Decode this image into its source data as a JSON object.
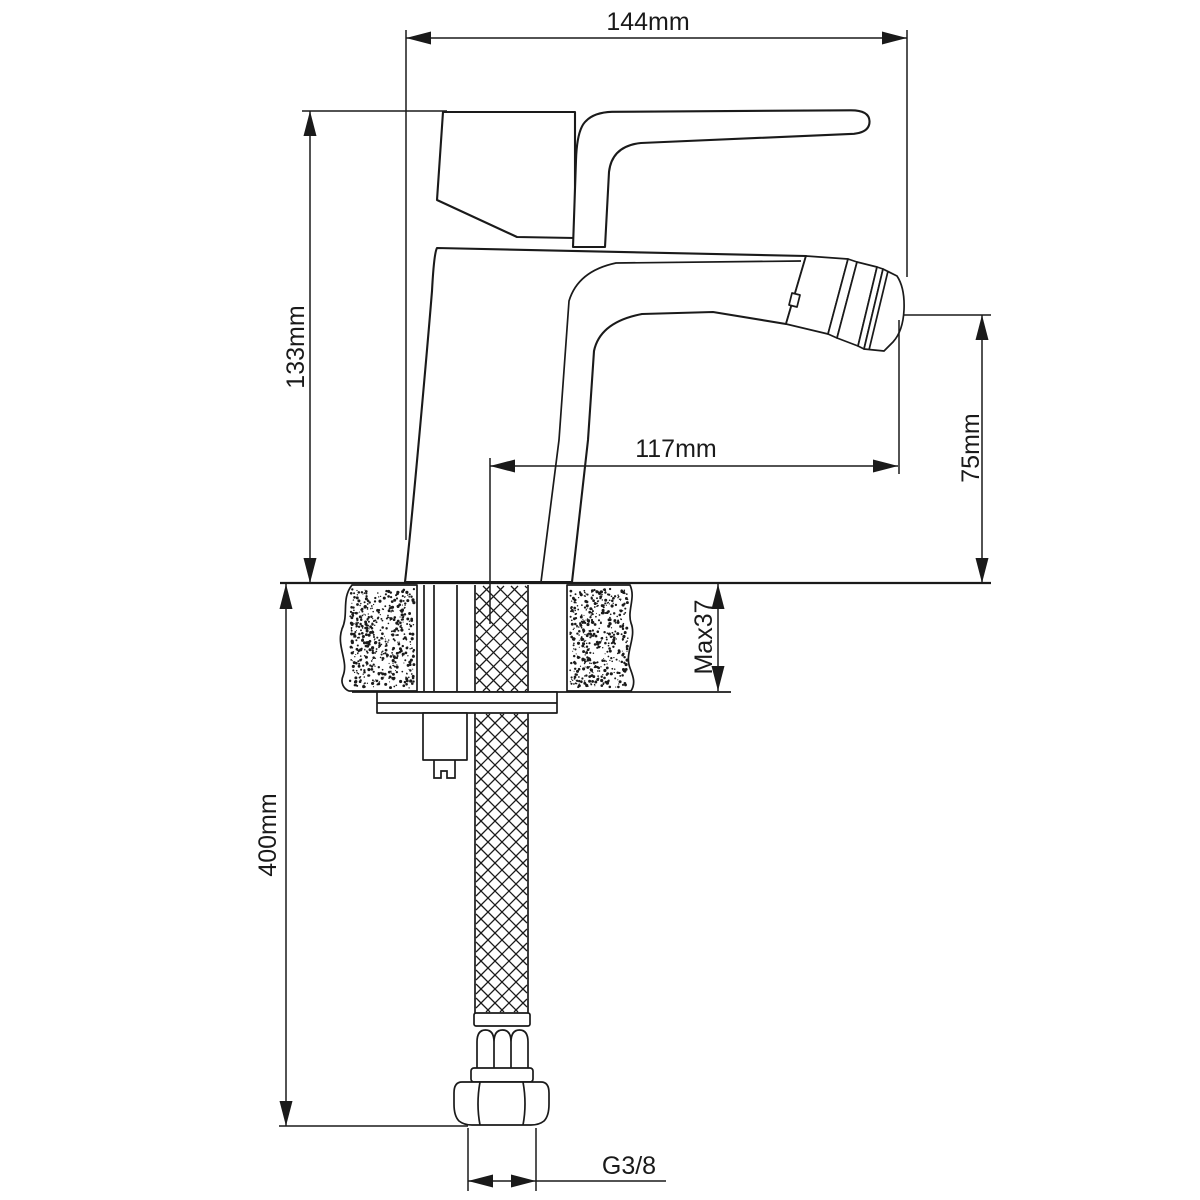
{
  "dimensions": {
    "total_length": "144mm",
    "body_height": "133mm",
    "spout_reach": "117mm",
    "spout_height": "75mm",
    "max_counter_thickness": "Max37",
    "hose_length": "400mm",
    "thread_size": "G3/8"
  },
  "colors": {
    "line": "#1a1a1a",
    "background": "#ffffff"
  }
}
